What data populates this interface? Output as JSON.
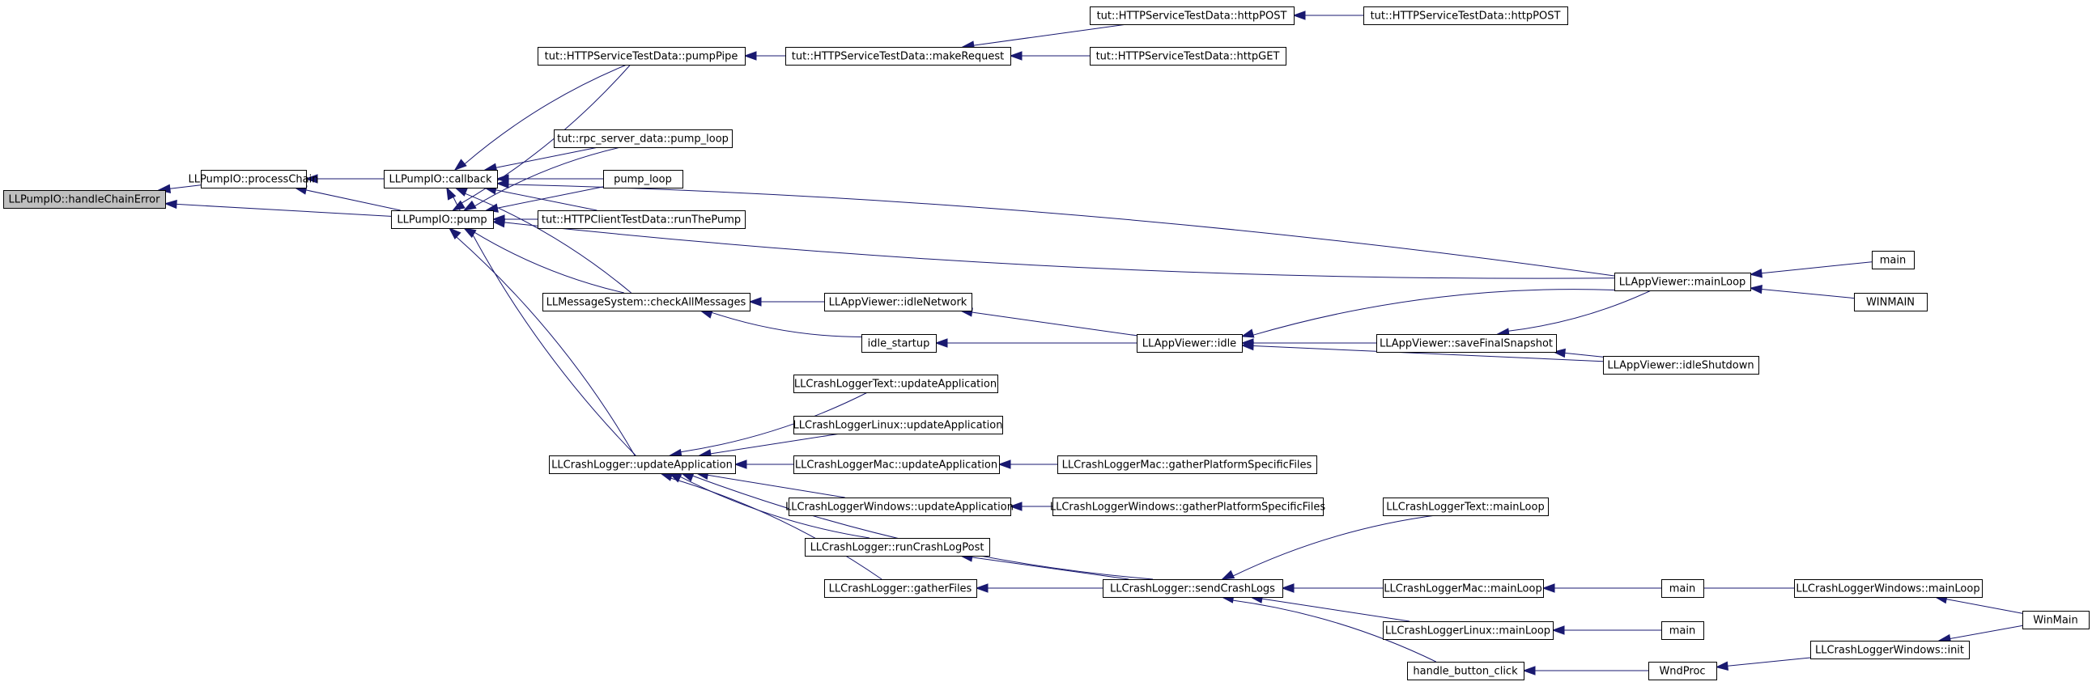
{
  "diagram": {
    "nodes": [
      {
        "id": "handleChainError",
        "label": "LLPumpIO::handleChainError",
        "root": true
      },
      {
        "id": "processChain",
        "label": "LLPumpIO::processChain"
      },
      {
        "id": "callback",
        "label": "LLPumpIO::callback"
      },
      {
        "id": "pump",
        "label": "LLPumpIO::pump"
      },
      {
        "id": "pumpPipe",
        "label": "tut::HTTPServiceTestData::pumpPipe"
      },
      {
        "id": "makeRequest",
        "label": "tut::HTTPServiceTestData::makeRequest"
      },
      {
        "id": "httpPOST1",
        "label": "tut::HTTPServiceTestData::httpPOST"
      },
      {
        "id": "httpPOST2",
        "label": "tut::HTTPServiceTestData::httpPOST"
      },
      {
        "id": "httpGET",
        "label": "tut::HTTPServiceTestData::httpGET"
      },
      {
        "id": "rpcPumpLoop",
        "label": "tut::rpc_server_data::pump_loop"
      },
      {
        "id": "pumpLoop",
        "label": "pump_loop"
      },
      {
        "id": "runThePump",
        "label": "tut::HTTPClientTestData::runThePump"
      },
      {
        "id": "checkAllMessages",
        "label": "LLMessageSystem::checkAllMessages"
      },
      {
        "id": "idleNetwork",
        "label": "LLAppViewer::idleNetwork"
      },
      {
        "id": "idleStartup",
        "label": "idle_startup"
      },
      {
        "id": "idle",
        "label": "LLAppViewer::idle"
      },
      {
        "id": "mainLoop",
        "label": "LLAppViewer::mainLoop"
      },
      {
        "id": "mainTop",
        "label": "main"
      },
      {
        "id": "WINMAIN",
        "label": "WINMAIN"
      },
      {
        "id": "saveFinalSnapshot",
        "label": "LLAppViewer::saveFinalSnapshot"
      },
      {
        "id": "idleShutdown",
        "label": "LLAppViewer::idleShutdown"
      },
      {
        "id": "updateApplication",
        "label": "LLCrashLogger::updateApplication"
      },
      {
        "id": "textUpdate",
        "label": "LLCrashLoggerText::updateApplication"
      },
      {
        "id": "linuxUpdate",
        "label": "LLCrashLoggerLinux::updateApplication"
      },
      {
        "id": "macUpdate",
        "label": "LLCrashLoggerMac::updateApplication"
      },
      {
        "id": "macGather",
        "label": "LLCrashLoggerMac::gatherPlatformSpecificFiles"
      },
      {
        "id": "winUpdate",
        "label": "LLCrashLoggerWindows::updateApplication"
      },
      {
        "id": "winGather",
        "label": "LLCrashLoggerWindows::gatherPlatformSpecificFiles"
      },
      {
        "id": "runCrashLogPost",
        "label": "LLCrashLogger::runCrashLogPost"
      },
      {
        "id": "gatherFiles",
        "label": "LLCrashLogger::gatherFiles"
      },
      {
        "id": "sendCrashLogs",
        "label": "LLCrashLogger::sendCrashLogs"
      },
      {
        "id": "textMainLoop",
        "label": "LLCrashLoggerText::mainLoop"
      },
      {
        "id": "macMainLoop",
        "label": "LLCrashLoggerMac::mainLoop"
      },
      {
        "id": "linuxMainLoop",
        "label": "LLCrashLoggerLinux::mainLoop"
      },
      {
        "id": "main1",
        "label": "main"
      },
      {
        "id": "main2",
        "label": "main"
      },
      {
        "id": "winMainLoop",
        "label": "LLCrashLoggerWindows::mainLoop"
      },
      {
        "id": "WinMain",
        "label": "WinMain"
      },
      {
        "id": "handleButtonClick",
        "label": "handle_button_click"
      },
      {
        "id": "WndProc",
        "label": "WndProc"
      },
      {
        "id": "winInit",
        "label": "LLCrashLoggerWindows::init"
      }
    ],
    "edges": [
      {
        "from": "processChain",
        "to": "handleChainError"
      },
      {
        "from": "pump",
        "to": "handleChainError"
      },
      {
        "from": "callback",
        "to": "processChain"
      },
      {
        "from": "pump",
        "to": "processChain"
      },
      {
        "from": "pumpPipe",
        "to": "callback"
      },
      {
        "from": "rpcPumpLoop",
        "to": "callback"
      },
      {
        "from": "pumpLoop",
        "to": "callback"
      },
      {
        "from": "runThePump",
        "to": "callback"
      },
      {
        "from": "checkAllMessages",
        "to": "callback"
      },
      {
        "from": "updateApplication",
        "to": "callback"
      },
      {
        "from": "mainLoop",
        "to": "callback"
      },
      {
        "from": "pumpPipe",
        "to": "pump"
      },
      {
        "from": "rpcPumpLoop",
        "to": "pump"
      },
      {
        "from": "pumpLoop",
        "to": "pump"
      },
      {
        "from": "runThePump",
        "to": "pump"
      },
      {
        "from": "checkAllMessages",
        "to": "pump"
      },
      {
        "from": "updateApplication",
        "to": "pump"
      },
      {
        "from": "mainLoop",
        "to": "pump"
      },
      {
        "from": "makeRequest",
        "to": "pumpPipe"
      },
      {
        "from": "httpPOST1",
        "to": "makeRequest"
      },
      {
        "from": "httpGET",
        "to": "makeRequest"
      },
      {
        "from": "httpPOST2",
        "to": "httpPOST1"
      },
      {
        "from": "idleNetwork",
        "to": "checkAllMessages"
      },
      {
        "from": "idleStartup",
        "to": "checkAllMessages"
      },
      {
        "from": "idle",
        "to": "idleNetwork"
      },
      {
        "from": "idle",
        "to": "idleStartup"
      },
      {
        "from": "mainLoop",
        "to": "idle"
      },
      {
        "from": "saveFinalSnapshot",
        "to": "idle"
      },
      {
        "from": "idleShutdown",
        "to": "idle"
      },
      {
        "from": "mainTop",
        "to": "mainLoop"
      },
      {
        "from": "WINMAIN",
        "to": "mainLoop"
      },
      {
        "from": "mainLoop",
        "to": "saveFinalSnapshot"
      },
      {
        "from": "idleShutdown",
        "to": "saveFinalSnapshot"
      },
      {
        "from": "textUpdate",
        "to": "updateApplication"
      },
      {
        "from": "linuxUpdate",
        "to": "updateApplication"
      },
      {
        "from": "macUpdate",
        "to": "updateApplication"
      },
      {
        "from": "winUpdate",
        "to": "updateApplication"
      },
      {
        "from": "runCrashLogPost",
        "to": "updateApplication"
      },
      {
        "from": "gatherFiles",
        "to": "updateApplication"
      },
      {
        "from": "sendCrashLogs",
        "to": "updateApplication"
      },
      {
        "from": "macGather",
        "to": "macUpdate"
      },
      {
        "from": "winGather",
        "to": "winUpdate"
      },
      {
        "from": "sendCrashLogs",
        "to": "runCrashLogPost"
      },
      {
        "from": "sendCrashLogs",
        "to": "gatherFiles"
      },
      {
        "from": "textMainLoop",
        "to": "sendCrashLogs"
      },
      {
        "from": "macMainLoop",
        "to": "sendCrashLogs"
      },
      {
        "from": "linuxMainLoop",
        "to": "sendCrashLogs"
      },
      {
        "from": "winMainLoop",
        "to": "sendCrashLogs"
      },
      {
        "from": "handleButtonClick",
        "to": "sendCrashLogs"
      },
      {
        "from": "main1",
        "to": "macMainLoop"
      },
      {
        "from": "main2",
        "to": "linuxMainLoop"
      },
      {
        "from": "WinMain",
        "to": "winMainLoop"
      },
      {
        "from": "WndProc",
        "to": "handleButtonClick"
      },
      {
        "from": "winInit",
        "to": "WndProc"
      },
      {
        "from": "WinMain",
        "to": "winInit"
      }
    ]
  }
}
